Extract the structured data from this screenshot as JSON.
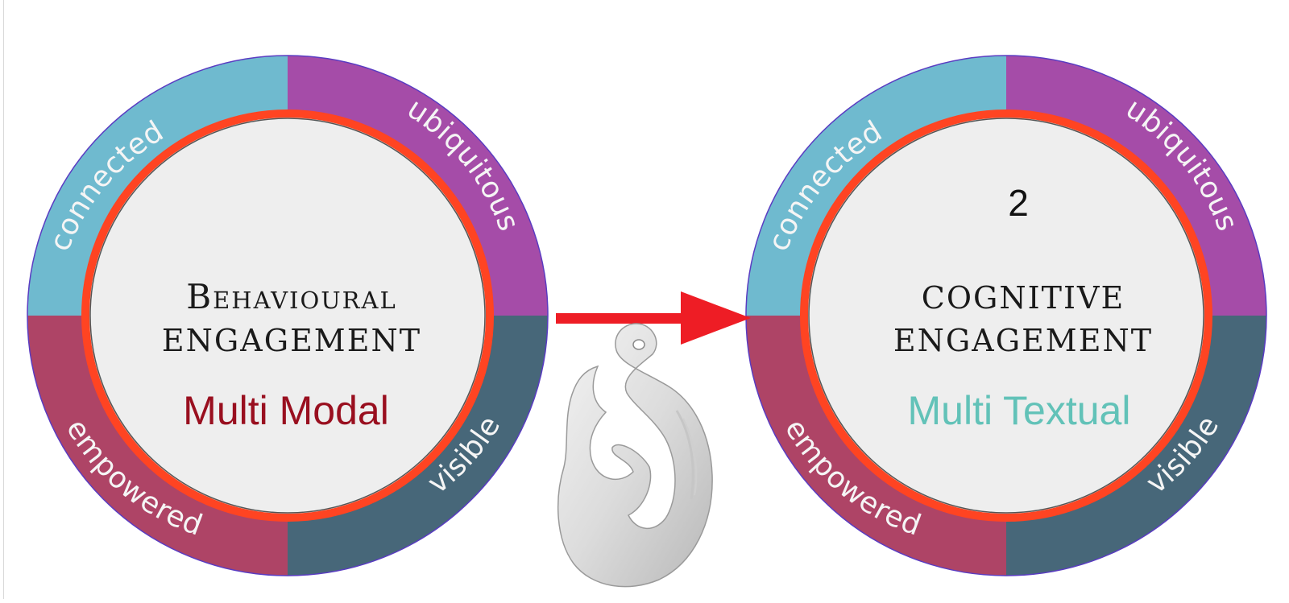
{
  "colors": {
    "connected": "#6fbacf",
    "ubiquitous": "#a54ca8",
    "empowered": "#ae4466",
    "visible": "#476779",
    "inner_ring": "#ff4422",
    "center_fill": "#eeeeee",
    "arrow": "#ee1d25",
    "subtitle_left": "#990f1f",
    "subtitle_right": "#62c2b8"
  },
  "left_circle": {
    "segments": {
      "connected": "connected",
      "ubiquitous": "ubiquitous",
      "empowered": "empowered",
      "visible": "visible"
    },
    "title_line1": "Behavioural",
    "title_line2": "engagement",
    "subtitle": "Multi Modal"
  },
  "right_circle": {
    "segments": {
      "connected": "connected",
      "ubiquitous": "ubiquitous",
      "empowered": "empowered",
      "visible": "visible"
    },
    "number": "2",
    "title_line1": "cognitive",
    "title_line2": "engagement",
    "subtitle": "Multi Textual"
  },
  "arrow_icon": "right-arrow",
  "pendant_icon": "hei-matau-fish-hook-pendant"
}
